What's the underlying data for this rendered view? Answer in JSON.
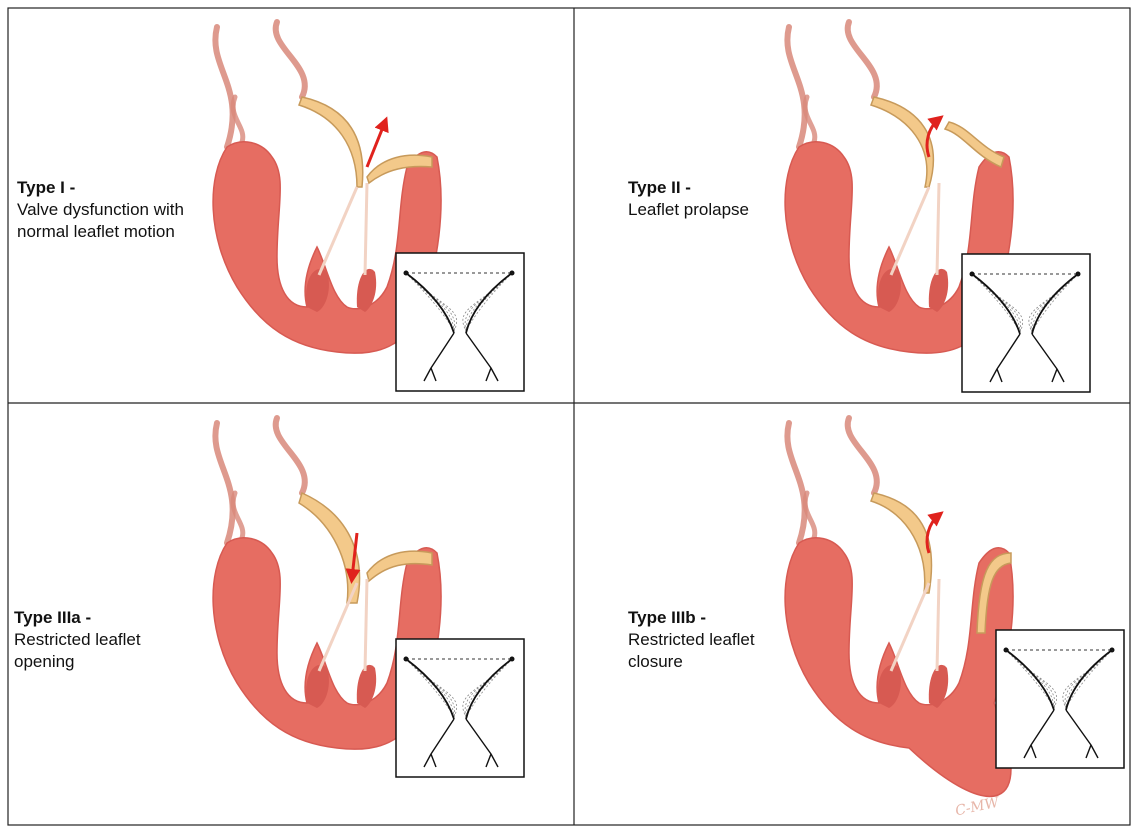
{
  "panels": [
    {
      "id": "type-i",
      "title": "Type I -",
      "desc_lines": [
        "Valve dysfunction with",
        "normal leaflet motion"
      ],
      "arrow": "up"
    },
    {
      "id": "type-ii",
      "title": "Type II -",
      "desc_lines": [
        "Leaflet prolapse"
      ],
      "arrow": "up-curved"
    },
    {
      "id": "type-iiia",
      "title": "Type IIIa -",
      "desc_lines": [
        "Restricted leaflet",
        "opening"
      ],
      "arrow": "down"
    },
    {
      "id": "type-iiib",
      "title": "Type IIIb -",
      "desc_lines": [
        "Restricted leaflet",
        "closure"
      ],
      "arrow": "up-curved"
    }
  ],
  "signature": "C-MW",
  "colors": {
    "myocardium": "#e66d62",
    "myocardium_dark": "#d75a52",
    "leaflet": "#f3c98a",
    "leaflet_edge": "#c79a5b",
    "vessel_edge": "#d8887a",
    "arrow": "#e0221d",
    "grid_line": "#222222"
  }
}
